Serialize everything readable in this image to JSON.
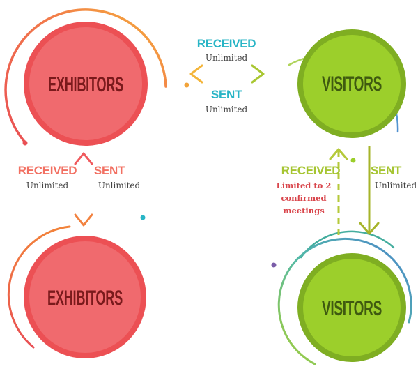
{
  "nodes": {
    "exhibitors_top": {
      "label": "EXHIBITORS"
    },
    "visitors_top": {
      "label": "VISITORS"
    },
    "exhibitors_bottom": {
      "label": "EXHIBITORS"
    },
    "visitors_bottom": {
      "label": "VISITORS"
    }
  },
  "edges": {
    "top": {
      "received_label": "RECEIVED",
      "received_value": "Unlimited",
      "sent_label": "SENT",
      "sent_value": "Unlimited"
    },
    "left": {
      "received_label": "RECEIVED",
      "received_value": "Unlimited",
      "sent_label": "SENT",
      "sent_value": "Unlimited"
    },
    "right": {
      "received_label": "RECEIVED",
      "received_note": [
        "Limited to 2",
        "confirmed",
        "meetings"
      ],
      "sent_label": "SENT",
      "sent_value": "Unlimited"
    }
  },
  "colors": {
    "exhibitor_fill": "#f0676b",
    "exhibitor_ring": "#e94b50",
    "exhibitor_text": "#7a1a1c",
    "visitor_fill": "#9bce2a",
    "visitor_ring": "#7fae22",
    "visitor_text": "#3f5a10",
    "teal": "#29b5c6",
    "orange": "#f2a33a",
    "lime": "#a6c532",
    "coral": "#f27062",
    "crimson": "#d9454b",
    "purple": "#7a5ca8"
  }
}
